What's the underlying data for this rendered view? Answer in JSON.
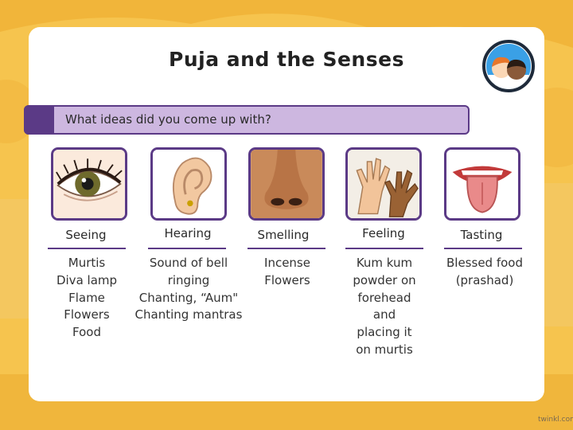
{
  "title": "Puja and the Senses",
  "question": "What ideas did you come up with?",
  "senses": [
    {
      "label": "Seeing",
      "ideas": [
        "Murtis",
        "Diva lamp",
        "Flame",
        "Flowers",
        "Food"
      ]
    },
    {
      "label": "Hearing",
      "ideas": [
        "Sound of bell",
        "ringing",
        "Chanting, “Aum\"",
        "Chanting mantras"
      ]
    },
    {
      "label": "Smelling",
      "ideas": [
        "Incense",
        "Flowers"
      ]
    },
    {
      "label": "Feeling",
      "ideas": [
        "Kum kum",
        "powder on",
        "forehead",
        "and",
        "placing it",
        "on murtis"
      ]
    },
    {
      "label": "Tasting",
      "ideas": [
        "Blessed food",
        "(prashad)"
      ]
    }
  ],
  "brand": "twinkl.com",
  "colors": {
    "accent": "#5b3a86",
    "bar": "#cdb7e0",
    "background": "#f6c44e"
  }
}
